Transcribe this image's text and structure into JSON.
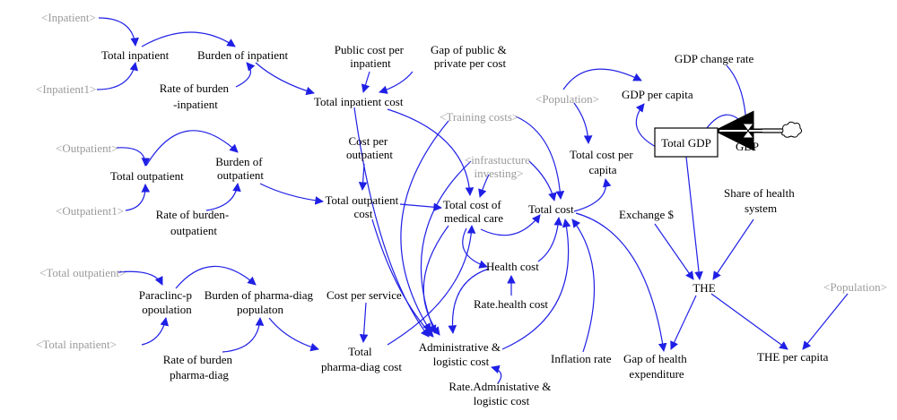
{
  "variables": {
    "shadow_inpatient": "<Inpatient>",
    "shadow_inpatient1": "<Inpatient1>",
    "total_inpatient": "Total inpatient",
    "burden_inpatient": "Burden of inpatient",
    "rate_burden_inpatient": [
      "Rate of burden",
      "-inpatient"
    ],
    "public_cost_per_inpatient": [
      "Public cost per",
      "inpatient"
    ],
    "gap_public_private": [
      "Gap of public &",
      "private per cost"
    ],
    "total_inpatient_cost": "Total inpatient cost",
    "shadow_outpatient": "<Outpatient>",
    "shadow_outpatient1": "<Outpatient1>",
    "total_outpatient": "Total outpatient",
    "burden_outpatient": [
      "Burden of",
      "outpatient"
    ],
    "rate_burden_outpatient": [
      "Rate of burden-",
      "outpatient"
    ],
    "cost_per_outpatient": [
      "Cost per",
      "outpatient"
    ],
    "total_outpatient_cost": [
      "Total outpatient",
      "cost"
    ],
    "shadow_training_costs": "<Training costs>",
    "shadow_infrastructure": [
      "<infrastucture",
      "investing>"
    ],
    "total_cost_medical_care": [
      "Total cost of",
      "medical care"
    ],
    "total_cost": "Total cost",
    "health_cost": "Health cost",
    "rate_health_cost": "Rate.health cost",
    "shadow_total_outpatient": "<Total outpatient>",
    "shadow_total_inpatient": "<Total inpatient>",
    "paraclinc_population": [
      "Paraclinc-p",
      "opoulation"
    ],
    "burden_pharma_diag": [
      "Burden of pharma-diag",
      "populaton"
    ],
    "rate_burden_pharma_diag": [
      "Rate of burden",
      "pharma-diag"
    ],
    "cost_per_service": "Cost per service",
    "total_pharma_diag_cost": [
      "Total",
      "pharma-diag cost"
    ],
    "admin_logistic_cost": [
      "Administrative &",
      "logistic cost"
    ],
    "rate_admin_logistic": [
      "Rate.Administative &",
      "logistic cost"
    ],
    "inflation_rate": "Inflation rate",
    "shadow_population_1": "<Population>",
    "gdp_per_capita": "GDP per capita",
    "total_cost_per_capita": [
      "Total cost per",
      "capita"
    ],
    "gdp_change_rate": "GDP change rate",
    "total_gdp": "Total GDP",
    "gdp_flow": "GDP",
    "exchange": "Exchange $",
    "share_health_system": [
      "Share of health",
      "system"
    ],
    "the": "THE",
    "shadow_population_2": "<Population>",
    "gap_health_expenditure": [
      "Gap of health",
      "expenditure"
    ],
    "the_per_capita": "THE per capita"
  },
  "colors": {
    "link": "#1f1fe6",
    "shadow_text": "#9a9a9a",
    "text": "#000000"
  }
}
